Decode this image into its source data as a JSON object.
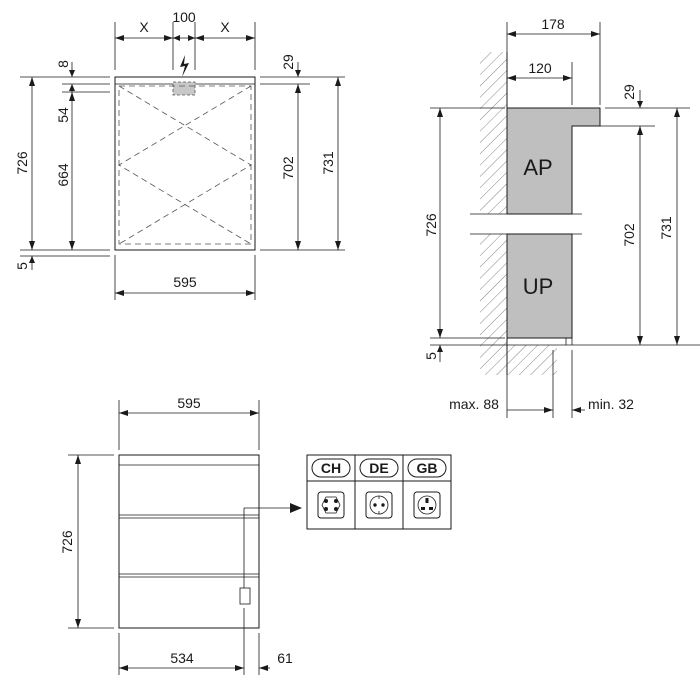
{
  "front": {
    "dim_x_left": "X",
    "dim_center": "100",
    "dim_x_right": "X",
    "dim_8": "8",
    "dim_54": "54",
    "dim_664": "664",
    "dim_726": "726",
    "dim_5": "5",
    "dim_29": "29",
    "dim_702": "702",
    "dim_731": "731",
    "dim_595": "595"
  },
  "side": {
    "dim_178": "178",
    "dim_120": "120",
    "dim_29": "29",
    "dim_726": "726",
    "dim_702": "702",
    "dim_731": "731",
    "dim_5": "5",
    "label_ap": "AP",
    "label_up": "UP",
    "dim_max": "max. 88",
    "dim_min": "min. 32"
  },
  "bottom": {
    "dim_595": "595",
    "dim_726": "726",
    "dim_534": "534",
    "dim_61": "61"
  },
  "sockets": {
    "countries": [
      "CH",
      "DE",
      "GB"
    ]
  }
}
